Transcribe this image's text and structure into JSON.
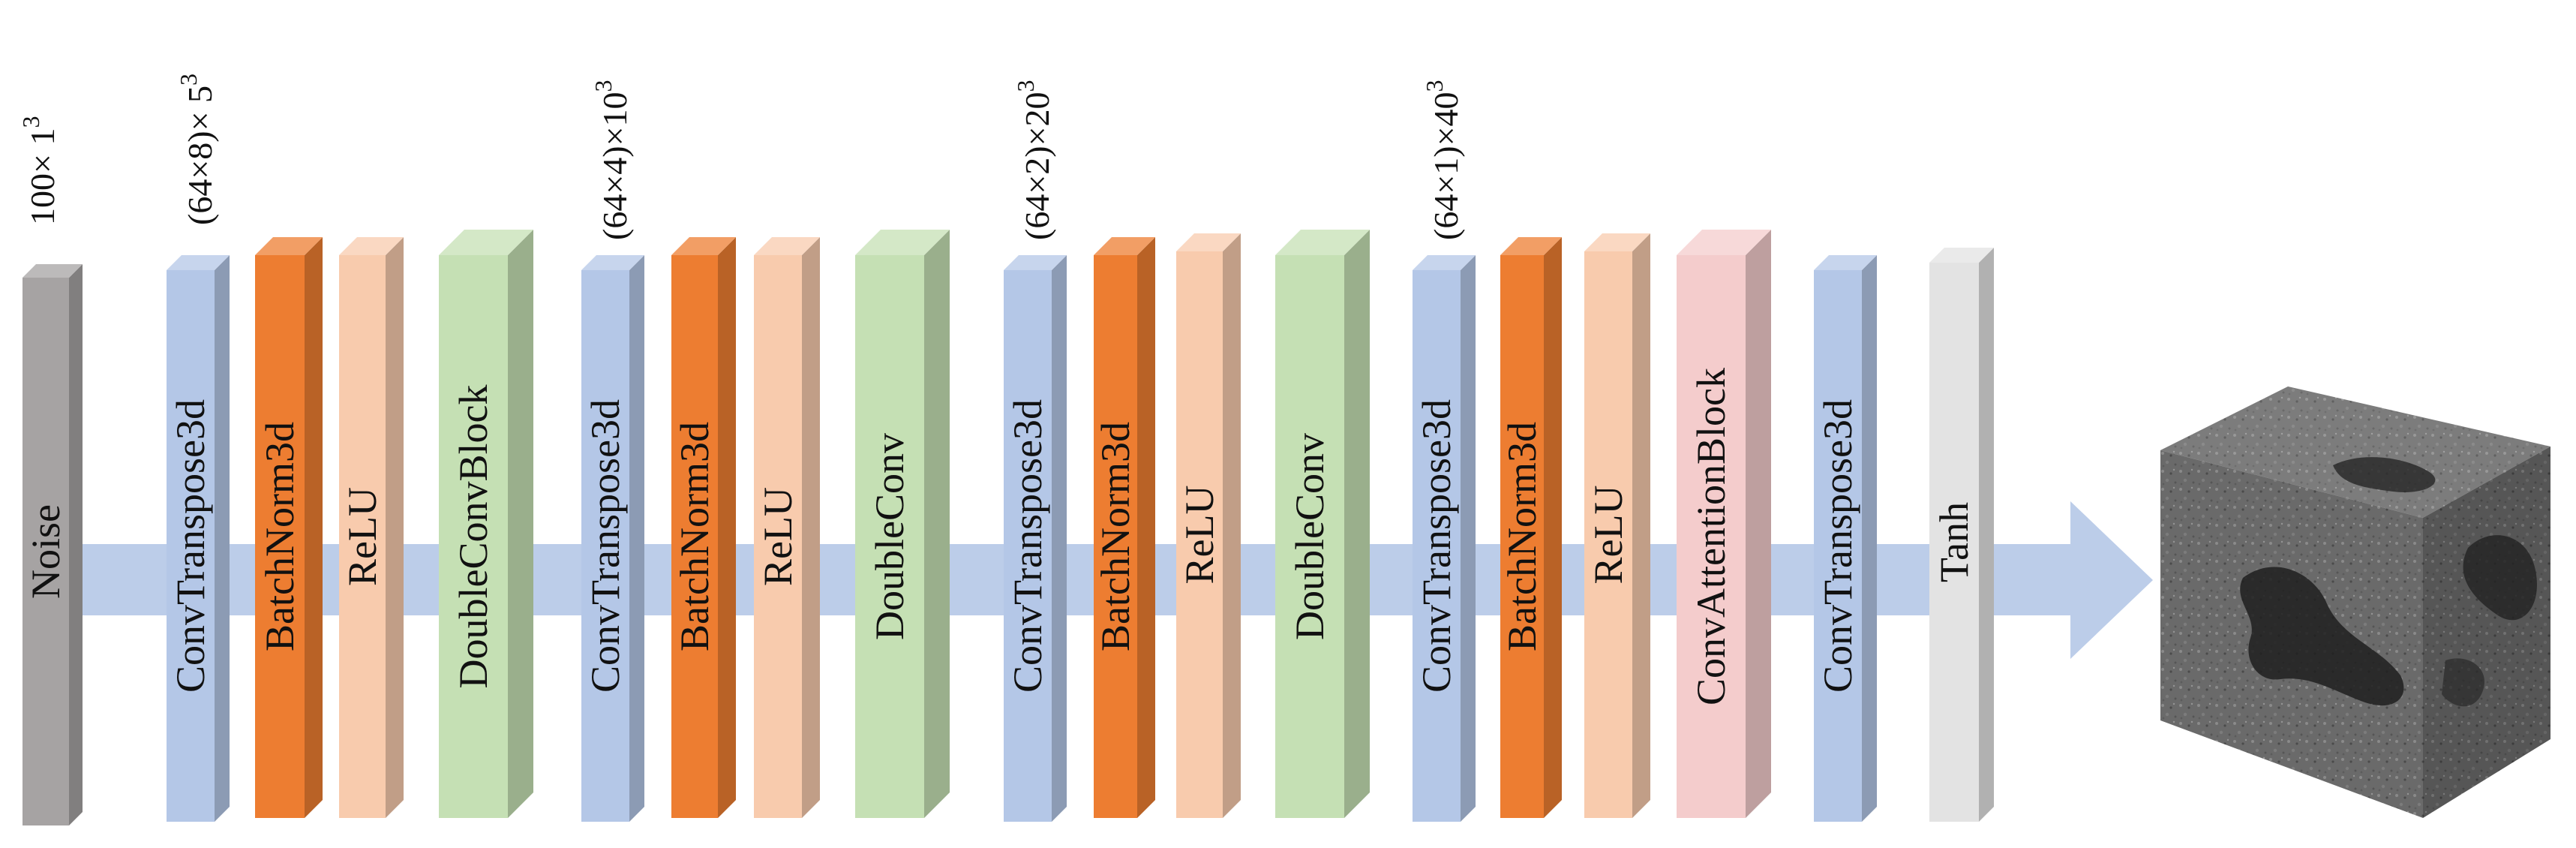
{
  "colors": {
    "noise": "#a6a3a3",
    "conv_transpose": "#b4c7e7",
    "batchnorm": "#ed7d31",
    "relu": "#f8cbad",
    "double_conv": "#c5e0b4",
    "attention": "#f4cccc",
    "tanh": "#e3e3e3",
    "arrow": "#bccde9"
  },
  "dimension_labels": [
    {
      "text": "100× 1",
      "sup": "3"
    },
    {
      "text": "(64×8)× 5",
      "sup": "3"
    },
    {
      "text": "(64×4)×10",
      "sup": "3"
    },
    {
      "text": "(64×2)×20",
      "sup": "3"
    },
    {
      "text": "(64×1)×40",
      "sup": "3"
    }
  ],
  "blocks": [
    {
      "label": "Noise",
      "type": "noise"
    },
    {
      "label": "ConvTranspose3d",
      "type": "conv_transpose"
    },
    {
      "label": "BatchNorm3d",
      "type": "batchnorm"
    },
    {
      "label": "ReLU",
      "type": "relu"
    },
    {
      "label": "DoubleConvBlock",
      "type": "double_conv"
    },
    {
      "label": "ConvTranspose3d",
      "type": "conv_transpose"
    },
    {
      "label": "BatchNorm3d",
      "type": "batchnorm"
    },
    {
      "label": "ReLU",
      "type": "relu"
    },
    {
      "label": "DoubleConv",
      "type": "double_conv"
    },
    {
      "label": "ConvTranspose3d",
      "type": "conv_transpose"
    },
    {
      "label": "BatchNorm3d",
      "type": "batchnorm"
    },
    {
      "label": "ReLU",
      "type": "relu"
    },
    {
      "label": "DoubleConv",
      "type": "double_conv"
    },
    {
      "label": "ConvTranspose3d",
      "type": "conv_transpose"
    },
    {
      "label": "BatchNorm3d",
      "type": "batchnorm"
    },
    {
      "label": "ReLU",
      "type": "relu"
    },
    {
      "label": "ConvAttentionBlock",
      "type": "attention"
    },
    {
      "label": "ConvTranspose3d",
      "type": "conv_transpose"
    },
    {
      "label": "Tanh",
      "type": "tanh"
    }
  ],
  "output": {
    "kind": "generated-3d-volume-cube"
  }
}
